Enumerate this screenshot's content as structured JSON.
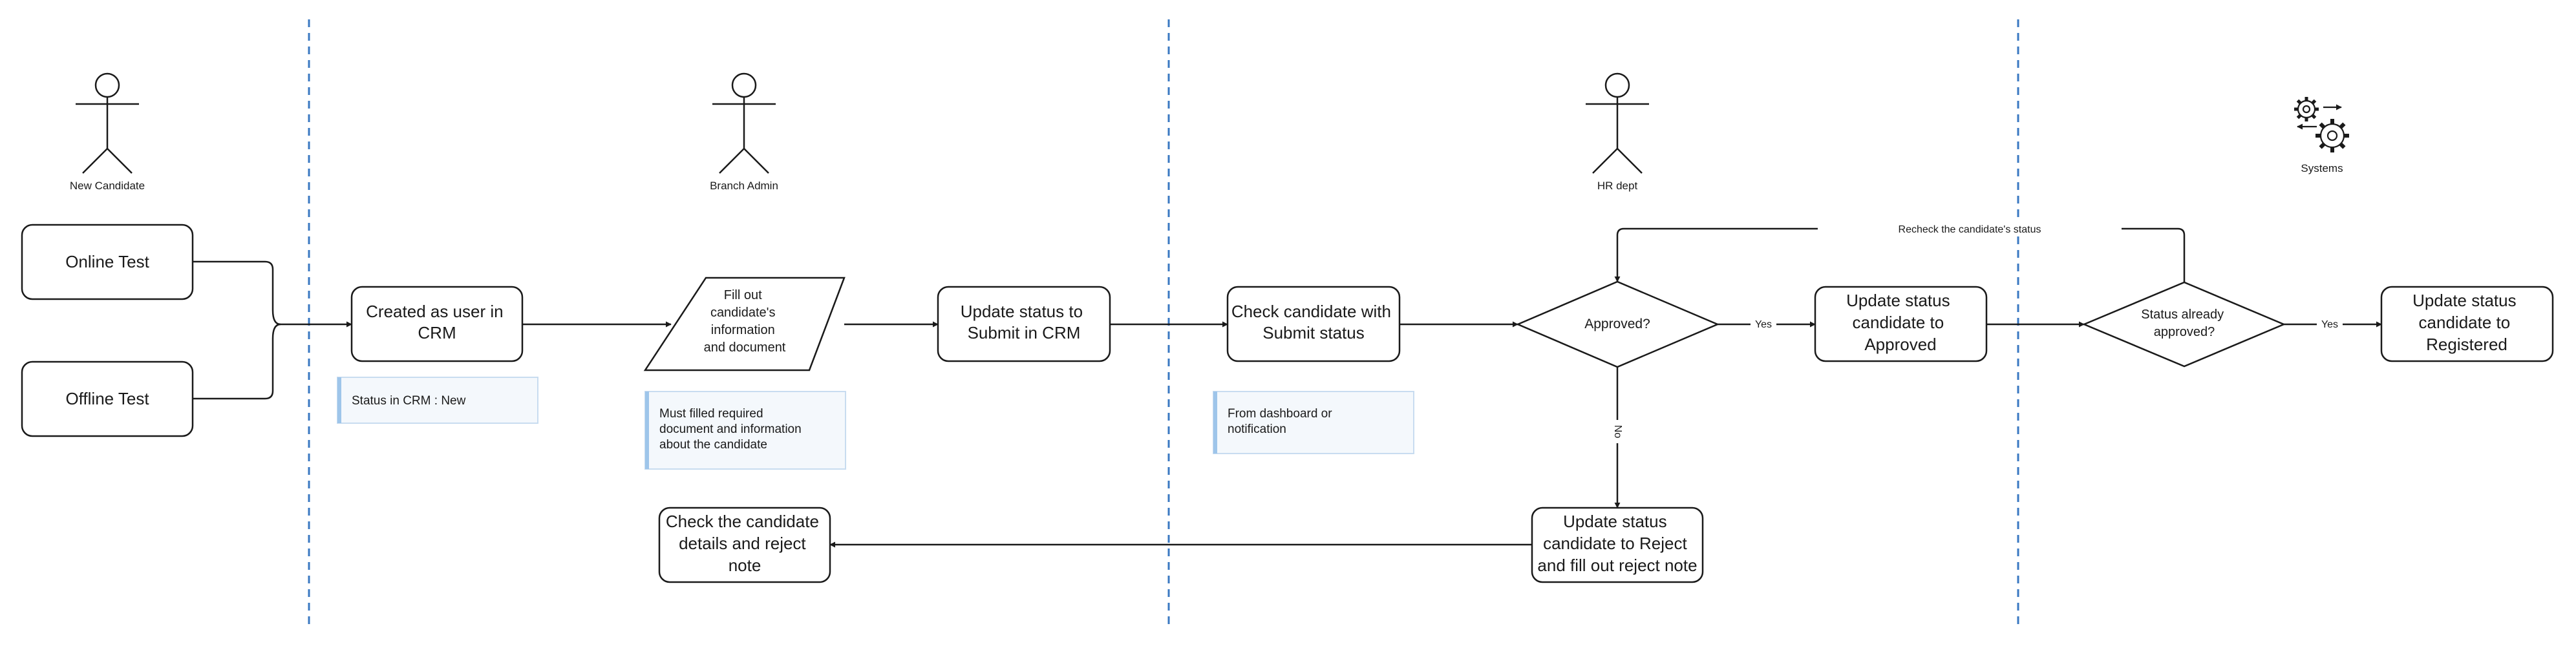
{
  "actors": {
    "new_candidate": "New Candidate",
    "branch_admin": "Branch Admin",
    "hr_dept": "HR dept",
    "systems": "Systems"
  },
  "nodes": {
    "online_test": "Online Test",
    "offline_test": "Offline Test",
    "created_user": [
      "Created as user in",
      "CRM"
    ],
    "fill_out": [
      "Fill out",
      "candidate's",
      "information",
      "and document"
    ],
    "update_submit": [
      "Update status to",
      "Submit in CRM"
    ],
    "check_submit": [
      "Check candidate with",
      "Submit status"
    ],
    "approved_decision": "Approved?",
    "update_approved": [
      "Update status",
      "candidate to",
      "Approved"
    ],
    "status_already_approved": [
      "Status already",
      "approved?"
    ],
    "update_registered": [
      "Update status",
      "candidate to",
      "Registered"
    ],
    "update_reject": [
      "Update status",
      "candidate to Reject",
      "and fill out reject note"
    ],
    "check_details": [
      "Check the candidate",
      "details and reject",
      "note"
    ]
  },
  "notes": {
    "crm_status": [
      "Status in CRM : New"
    ],
    "must_fill": [
      "Must filled required",
      "document and information",
      "about the candidate"
    ],
    "from_dashboard": [
      "From dashboard or",
      "notification"
    ]
  },
  "edge_labels": {
    "recheck": "Recheck the candidate's status",
    "yes_1": "Yes",
    "yes_2": "Yes",
    "no": "No"
  },
  "colors": {
    "lane_divider": "#3a78c2",
    "note_fill": "#f4f8fc",
    "note_border": "#c8dcf0",
    "note_accent": "#9ec5ea",
    "stroke": "#1a1a1a"
  }
}
